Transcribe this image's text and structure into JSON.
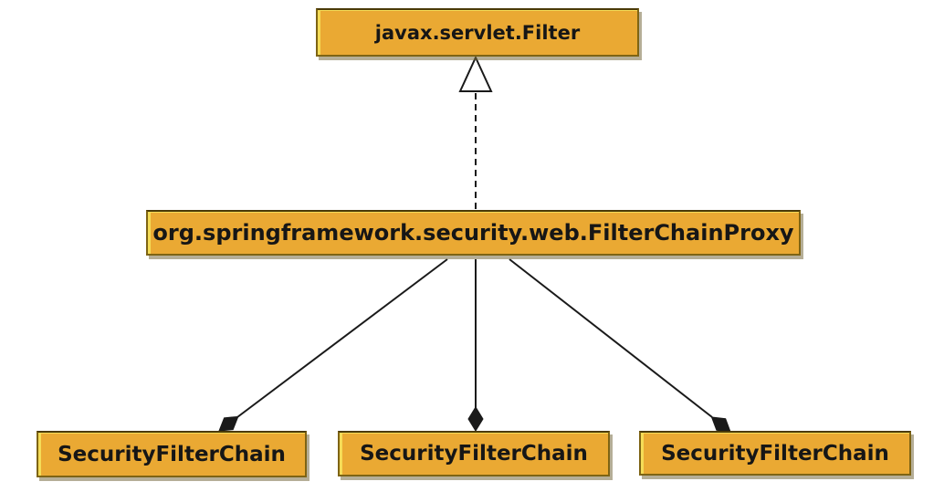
{
  "diagram": {
    "type": "uml-class-diagram",
    "nodes": {
      "filter": {
        "label": "javax.servlet.Filter"
      },
      "proxy": {
        "label": "org.springframework.security.web.FilterChainProxy"
      },
      "chain_left": {
        "label": "SecurityFilterChain"
      },
      "chain_mid": {
        "label": "SecurityFilterChain"
      },
      "chain_right": {
        "label": "SecurityFilterChain"
      }
    },
    "edges": [
      {
        "from": "proxy",
        "to": "filter",
        "type": "realization",
        "line": "dashed",
        "marker": "hollow-triangle"
      },
      {
        "from": "proxy",
        "to": "chain_left",
        "type": "composition",
        "line": "solid",
        "marker": "filled-diamond"
      },
      {
        "from": "proxy",
        "to": "chain_mid",
        "type": "composition",
        "line": "solid",
        "marker": "filled-diamond"
      },
      {
        "from": "proxy",
        "to": "chain_right",
        "type": "composition",
        "line": "solid",
        "marker": "filled-diamond"
      }
    ],
    "colors": {
      "node_fill": "#EAA933",
      "node_border": "#7E6414",
      "node_text": "#161616",
      "edge": "#1A1A1A",
      "background": "#FFFFFF"
    }
  }
}
